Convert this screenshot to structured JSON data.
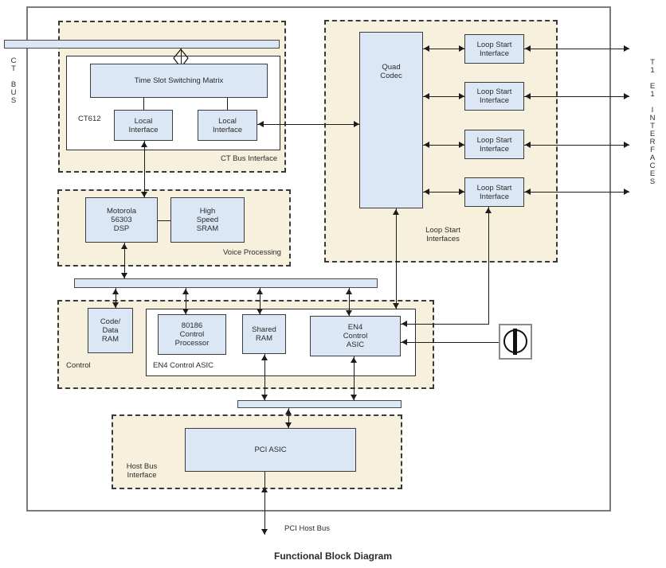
{
  "caption": "Functional Block Diagram",
  "left_bus": {
    "label": "C\nT\n\nB\nU\nS"
  },
  "right_bus": {
    "label": "T\n1\n\nE\n1\n\nI\nN\nT\nE\nR\nF\nA\nC\nE\nS"
  },
  "pci_host_bus": {
    "label": "PCI Host Bus"
  },
  "ct_bus_interface": {
    "region_label": "CT Bus Interface",
    "chip_label": "CT612",
    "time_slot_matrix": "Time Slot Switching Matrix",
    "local_interface_left": "Local\nInterface",
    "local_interface_right": "Local\nInterface"
  },
  "voice_processing": {
    "region_label": "Voice Processing",
    "dsp": "Motorola\n56303\nDSP",
    "sram": "High\nSpeed\nSRAM"
  },
  "control": {
    "region_label": "Control",
    "asic_group_label": "EN4 Control ASIC",
    "code_data_ram": "Code/\nData\nRAM",
    "processor": "80186\nControl\nProcessor",
    "shared_ram": "Shared\nRAM",
    "en4_asic": "EN4\nControl\nASIC"
  },
  "host_bus_interface": {
    "region_label": "Host Bus\nInterface",
    "pci_asic": "PCI ASIC"
  },
  "loop_start": {
    "region_label": "Loop Start\nInterfaces",
    "quad_codec": "Quad\nCodec",
    "interfaces": [
      "Loop Start\nInterface",
      "Loop Start\nInterface",
      "Loop Start\nInterface",
      "Loop Start\nInterface"
    ]
  },
  "colors": {
    "block_fill": "#dbe7f5",
    "region_fill": "#f7f0dc",
    "outer_border": "#7a7a7a",
    "line": "#1c1c1c"
  }
}
